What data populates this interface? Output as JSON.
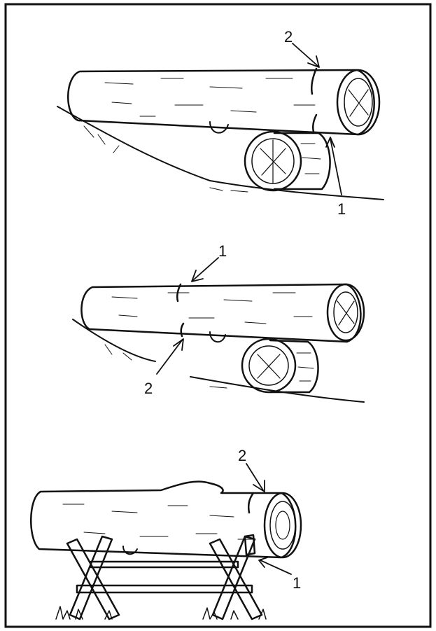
{
  "figure": {
    "panels": [
      {
        "id": "top",
        "labels": [
          "2",
          "1"
        ]
      },
      {
        "id": "middle",
        "labels": [
          "1",
          "2"
        ]
      },
      {
        "id": "bottom",
        "labels": [
          "2",
          "1"
        ]
      }
    ]
  }
}
